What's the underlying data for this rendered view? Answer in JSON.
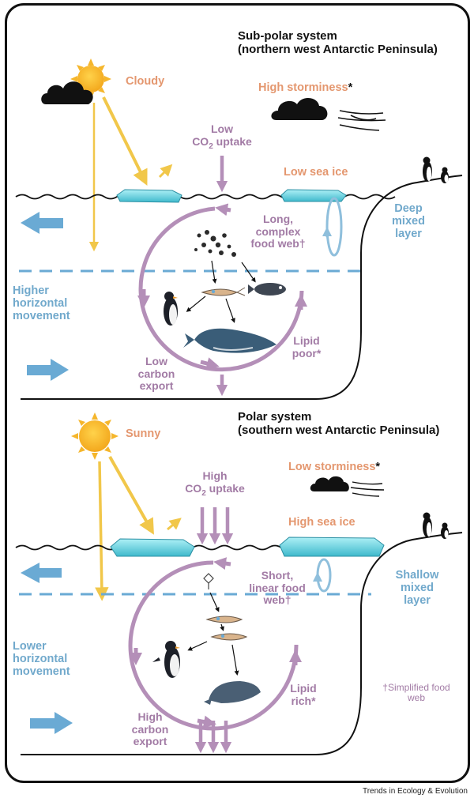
{
  "top": {
    "title_line1": "Sub-polar system",
    "title_line2": "(northern west Antarctic Peninsula)",
    "weather": "Cloudy",
    "storminess": "High storminess",
    "storminess_mark": "*",
    "co2_line1": "Low",
    "co2_line2": "CO",
    "co2_sub": "2",
    "co2_line2b": " uptake",
    "sea_ice": "Low sea ice",
    "mixed_layer": [
      "Deep",
      "mixed",
      "layer"
    ],
    "food_web": [
      "Long,",
      "complex",
      "food web†"
    ],
    "horizontal": [
      "Higher",
      "horizontal",
      "movement"
    ],
    "carbon": [
      "Low",
      "carbon",
      "export"
    ],
    "lipid": [
      "Lipid",
      "poor*"
    ]
  },
  "bottom": {
    "title_line1": "Polar system",
    "title_line2": "(southern west Antarctic Peninsula)",
    "weather": "Sunny",
    "storminess": "Low storminess",
    "storminess_mark": "*",
    "co2_line1": "High",
    "co2_line2": "CO",
    "co2_sub": "2",
    "co2_line2b": " uptake",
    "sea_ice": "High sea ice",
    "mixed_layer": [
      "Shallow",
      "mixed",
      "layer"
    ],
    "food_web": [
      "Short,",
      "linear food",
      "web†"
    ],
    "horizontal": [
      "Lower",
      "horizontal",
      "movement"
    ],
    "carbon": [
      "High",
      "carbon",
      "export"
    ],
    "lipid": [
      "Lipid",
      "rich*"
    ],
    "footnote": [
      "†Simplified food",
      "web"
    ]
  },
  "credit": "Trends in Ecology & Evolution",
  "icons": [
    "sun-icon",
    "cloud-icon",
    "storm-cloud-icon",
    "wind-icon",
    "sea-ice-icon",
    "penguin-icon",
    "krill-icon",
    "whale-icon",
    "phytoplankton-icon",
    "fish-icon"
  ],
  "colors": {
    "sun": "#f5b62c",
    "sunlight_arrow": "#f1c74a",
    "orange_text": "#e4976f",
    "food_web": "#b48fb8",
    "purple_text": "#a27ba5",
    "water_blue": "#6aaad4",
    "blue_text": "#71a9cc",
    "sea_ice": "#6fd3e0",
    "outline": "#111111"
  }
}
